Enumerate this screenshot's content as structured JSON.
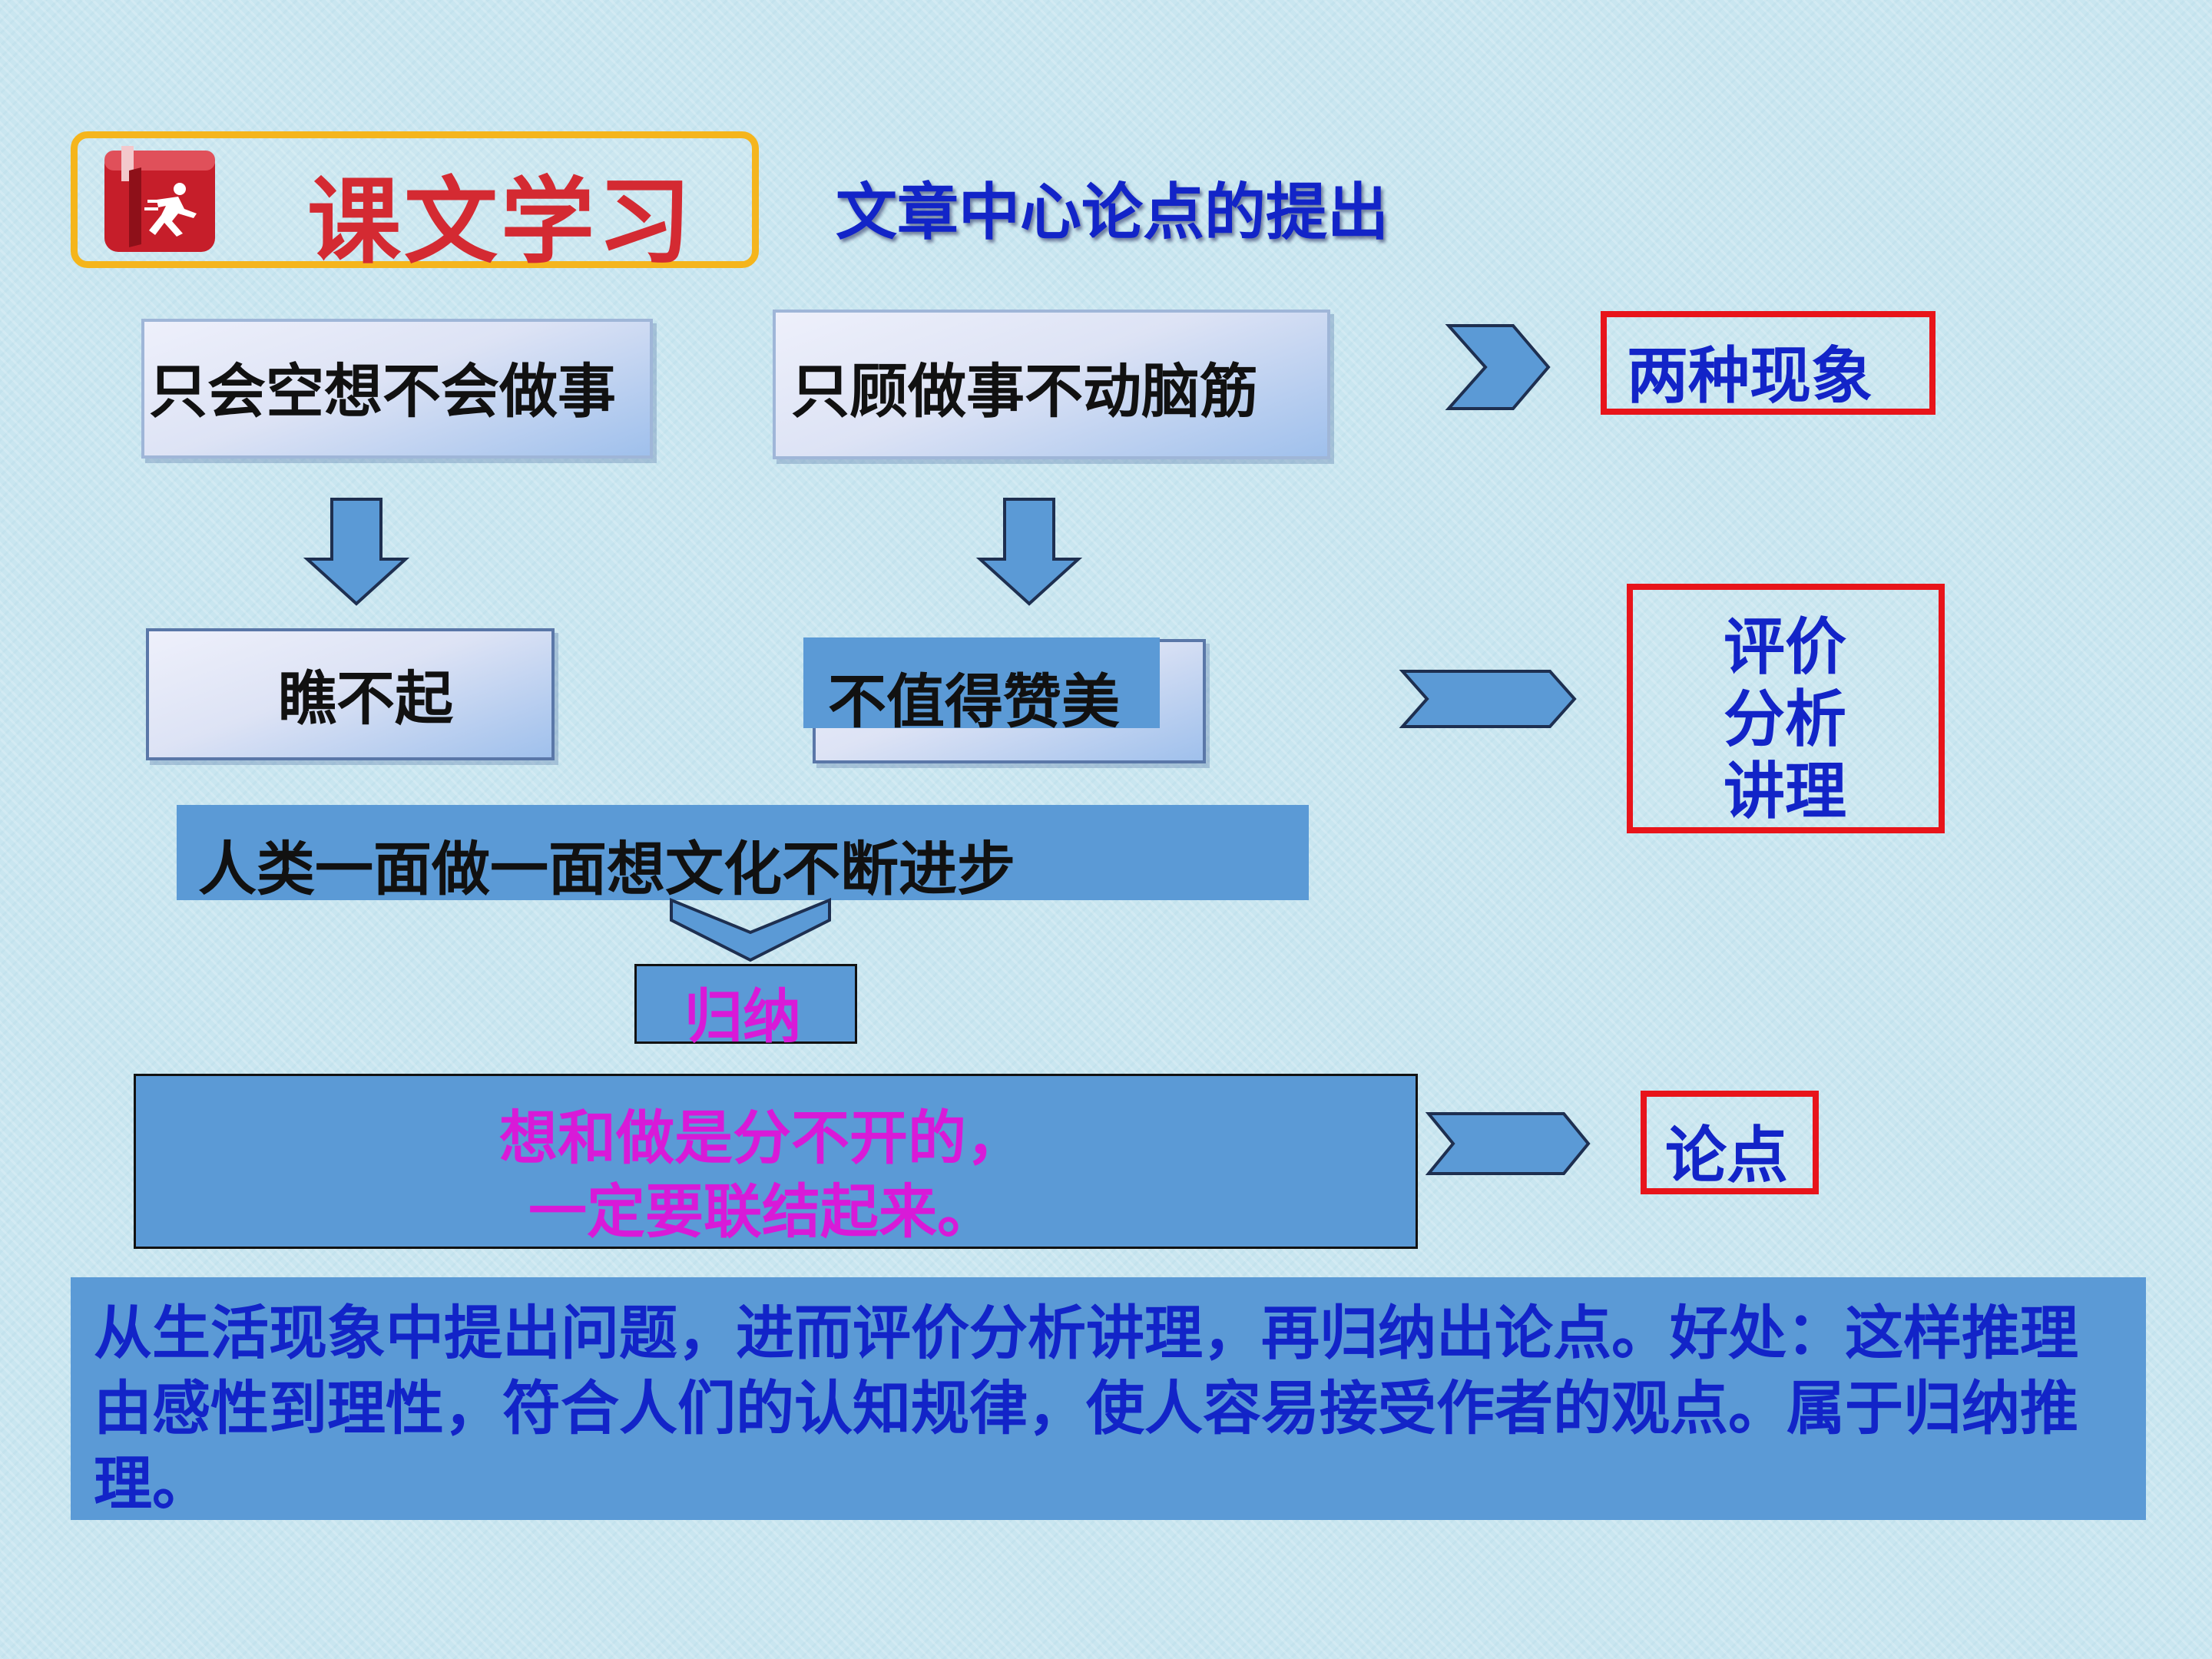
{
  "header": {
    "title": "课文学习",
    "subtitle": "文章中心论点的提出"
  },
  "phenomena": {
    "left": "只会空想不会做事",
    "right": "只顾做事不动脑筋",
    "left_judgement": "瞧不起",
    "right_judgement": "不值得赞美"
  },
  "reasoning": {
    "statement": "人类一面做一面想文化不断进步",
    "summary_label": "归纳",
    "thesis_line_1": "想和做是分不开的，",
    "thesis_line_2": "一定要联结起来。"
  },
  "labels": {
    "phenomena_label": "两种现象",
    "analysis_line_1": "评价",
    "analysis_line_2": "分析",
    "analysis_line_3": "讲理",
    "thesis_label": "论点"
  },
  "conclusion": "从生活现象中提出问题，进而评价分析讲理，再归纳出论点。好处：这样推理由感性到理性，符合人们的认知规律，使人容易接受作者的观点。属于归纳推理。",
  "colors": {
    "accent_blue": "#5b9ad6",
    "text_blue": "#1224c8",
    "text_magenta": "#d81ad8",
    "title_red": "#d42a32",
    "frame_orange": "#f5b51c",
    "frame_red": "#e8141a"
  },
  "icons": {
    "header_icon": "runner-book-icon"
  }
}
